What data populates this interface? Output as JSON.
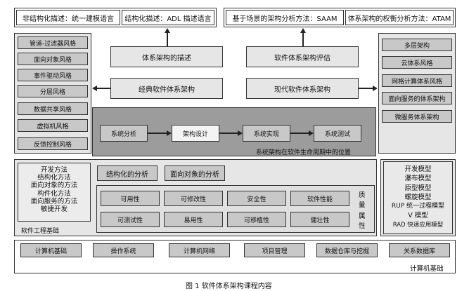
{
  "top": {
    "left_a": "非结构化描述：统一建模语言",
    "left_b": "结构化描述：ADL 描述语言",
    "right_a": "基于场景的架构分析方法：SAAM",
    "right_b": "体系架构的权衡分析方法：ATAM"
  },
  "left_styles": [
    "管道-过滤器风格",
    "面向对象风格",
    "事件驱动风格",
    "分层风格",
    "数据共享风格",
    "虚拟机风格",
    "反馈控制风格"
  ],
  "right_styles": [
    "多层架构",
    "云体系风格",
    "网格计算体系风格",
    "面向服务的体系架构",
    "微服务体系架构"
  ],
  "center": {
    "describe": "体系架构的描述",
    "evaluate": "软件体系架构评估",
    "classic": "经典软件体系架构",
    "modern": "现代软件体系架构"
  },
  "lifecycle": {
    "steps": [
      "系统分析",
      "架构设计",
      "系统实现",
      "系统测试"
    ],
    "caption": "系统架构在软件生命周期中的位置"
  },
  "se": {
    "methods": [
      "开发方法",
      "结构化方法",
      "面向对象的方法",
      "构件化方法",
      "面向服务的方法",
      "敏捷开发"
    ],
    "analysis": [
      "结构化的分析",
      "面向对象的分析"
    ],
    "quality_row1": [
      "可用性",
      "可修改性",
      "安全性",
      "软件性能"
    ],
    "quality_row2": [
      "可测试性",
      "易用性",
      "可移植性",
      "健壮性"
    ],
    "quality_label_1": "质",
    "quality_label_2": "量",
    "quality_label_3": "属",
    "quality_label_4": "性",
    "caption": "软件工程基础"
  },
  "models": [
    "开发模型",
    "瀑布模型",
    "原型模型",
    "螺旋模型",
    "RUP 统一过程模型",
    "V 模型",
    "RAD 快速应用模型"
  ],
  "cs": {
    "items": [
      "计算机基础",
      "操作系统",
      "计算机网络",
      "项目管理",
      "数据仓库与挖掘",
      "关系数据库"
    ],
    "caption": "计算机基础"
  },
  "figure_caption": "图 1  软件体系架构课程内容"
}
